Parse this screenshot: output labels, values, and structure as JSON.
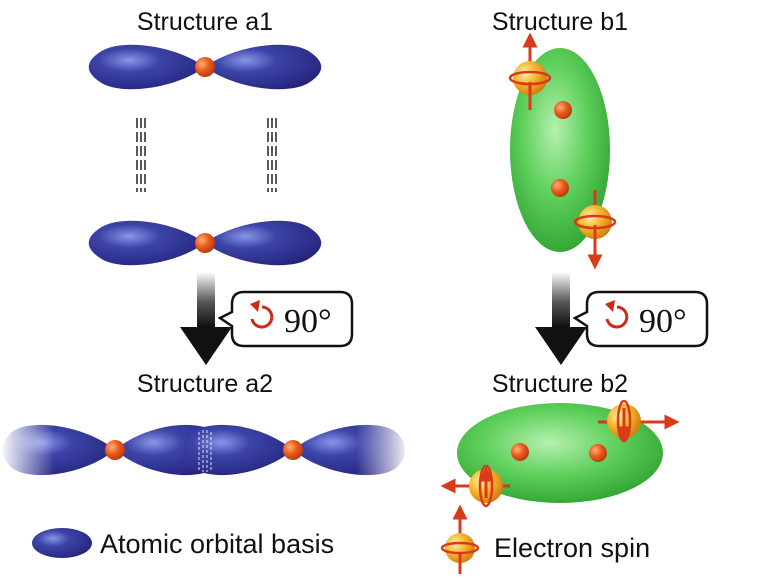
{
  "structures": {
    "a1": {
      "title": "Structure a1"
    },
    "b1": {
      "title": "Structure b1"
    },
    "a2": {
      "title": "Structure a2"
    },
    "b2": {
      "title": "Structure b2"
    }
  },
  "rotation": {
    "label": "90°"
  },
  "legend": {
    "orbital": "Atomic orbital basis",
    "spin": "Electron spin"
  },
  "colors": {
    "orbital": "#2a2a8c",
    "orbital_highlight": "#6d79d8",
    "atom": "#e8581a",
    "cloud": "#4cc24c",
    "spin_ball": "#f2a21a",
    "arrow": "#d93a1a",
    "black_arrow": "#111111"
  }
}
